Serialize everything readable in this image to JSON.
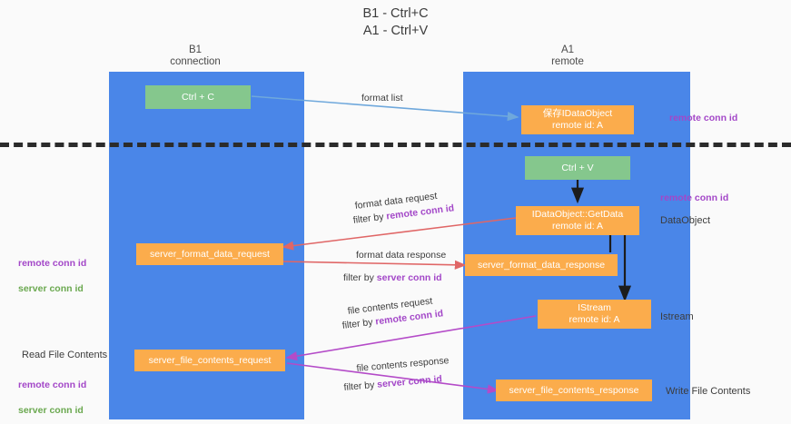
{
  "title": "B1 - Ctrl+C\nA1 - Ctrl+V",
  "columns": [
    {
      "name": "B1",
      "role": "connection",
      "header": "B1\nconnection"
    },
    {
      "name": "A1",
      "role": "remote",
      "header": "A1\nremote"
    }
  ],
  "colors": {
    "lane": "#4a86e8",
    "node_green": "#85c78d",
    "node_orange": "#fbac4c",
    "arrow_blue": "#6fa8dc",
    "arrow_red": "#e06666",
    "arrow_purple": "#b44bc8",
    "arrow_black": "#1c1c1c",
    "key_remote": "#a347c8",
    "key_server": "#6aa84f",
    "divider": "#2b2b2b",
    "background": "#fafafa"
  },
  "nodes": {
    "ctrl_c": "Ctrl + C",
    "ctrl_v": "Ctrl + V",
    "data_object_store": "保存IDataObject\nremote id: A",
    "get_data": "IDataObject::GetData\nremote id: A",
    "server_format_data_request": "server_format_data_request",
    "server_format_data_response": "server_format_data_response",
    "istream": "IStream\nremote id: A",
    "server_file_contents_request": "server_file_contents_request",
    "server_file_contents_response": "server_file_contents_response"
  },
  "flows": [
    {
      "id": "format-list",
      "caption": "format list",
      "filter": ""
    },
    {
      "id": "format-data-request",
      "caption": "format data request",
      "filter_prefix": "filter by ",
      "filter_key": "remote conn id"
    },
    {
      "id": "format-data-response",
      "caption": "format data response",
      "filter_prefix": "filter by ",
      "filter_key": "server conn id"
    },
    {
      "id": "file-contents-request",
      "caption": "file contents request",
      "filter_prefix": "filter by ",
      "filter_key": "remote conn id"
    },
    {
      "id": "file-contents-response",
      "caption": "file contents response",
      "filter_prefix": "filter by ",
      "filter_key": "server conn id"
    }
  ],
  "left_notes": {
    "format_keys": {
      "remote": "remote conn id",
      "server": "server conn id"
    },
    "read_file_contents": "Read File Contents",
    "file_keys": {
      "remote": "remote conn id",
      "server": "server conn id"
    }
  },
  "right_notes": {
    "remote_conn_id_top": "remote conn id",
    "remote_conn_id_mid": "remote conn id",
    "data_object": "DataObject",
    "istream": "Istream",
    "write_file_contents": "Write File Contents"
  }
}
